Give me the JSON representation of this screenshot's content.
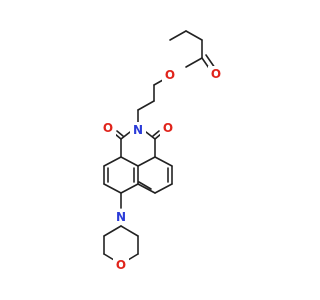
{
  "molecule": {
    "atoms": [
      {
        "id": "o_ester",
        "symbol": "O",
        "color": "#e0241b"
      },
      {
        "id": "o_carbonyl_ester",
        "symbol": "O",
        "color": "#e0241b"
      },
      {
        "id": "n_imide",
        "symbol": "N",
        "color": "#2a3bd8"
      },
      {
        "id": "o_imide_left",
        "symbol": "O",
        "color": "#e0241b"
      },
      {
        "id": "o_imide_right",
        "symbol": "O",
        "color": "#e0241b"
      },
      {
        "id": "n_morpholine",
        "symbol": "N",
        "color": "#2a3bd8"
      },
      {
        "id": "o_morpholine",
        "symbol": "O",
        "color": "#e0241b"
      }
    ],
    "bond_color": "#222222"
  }
}
